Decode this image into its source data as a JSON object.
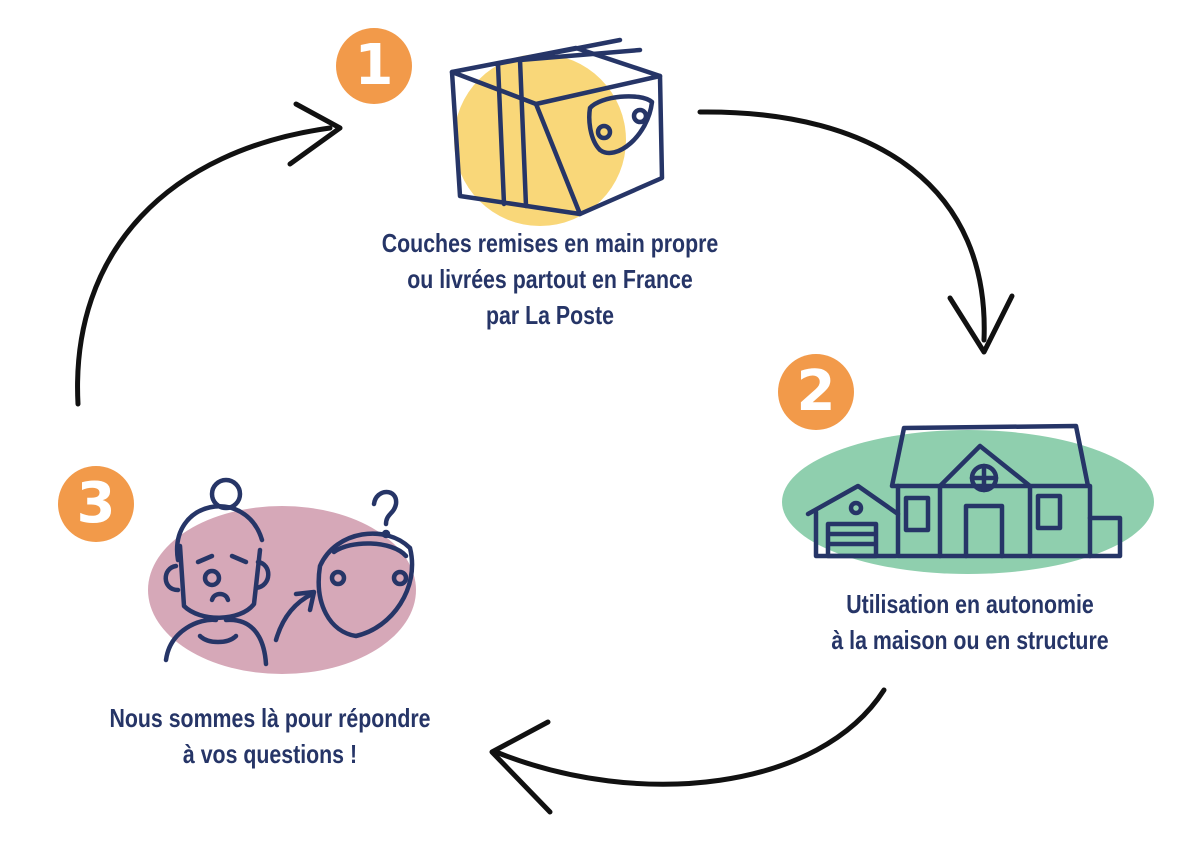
{
  "colors": {
    "badge": "#f29a4a",
    "ink": "#263567",
    "step1_blob": "#f9d779",
    "step2_blob": "#8fcfae",
    "step3_blob": "#d6a8b8",
    "arrows": "#111111"
  },
  "steps": [
    {
      "number": "1",
      "icon": "delivery-box-icon",
      "lines": [
        "Couches remises en main propre",
        "ou livrées partout en France",
        "par La Poste"
      ]
    },
    {
      "number": "2",
      "icon": "house-icon",
      "lines": [
        "Utilisation en autonomie",
        "à la maison ou en structure"
      ]
    },
    {
      "number": "3",
      "icon": "question-woman-icon",
      "lines": [
        "Nous sommes là pour répondre",
        "à vos questions !"
      ]
    }
  ]
}
